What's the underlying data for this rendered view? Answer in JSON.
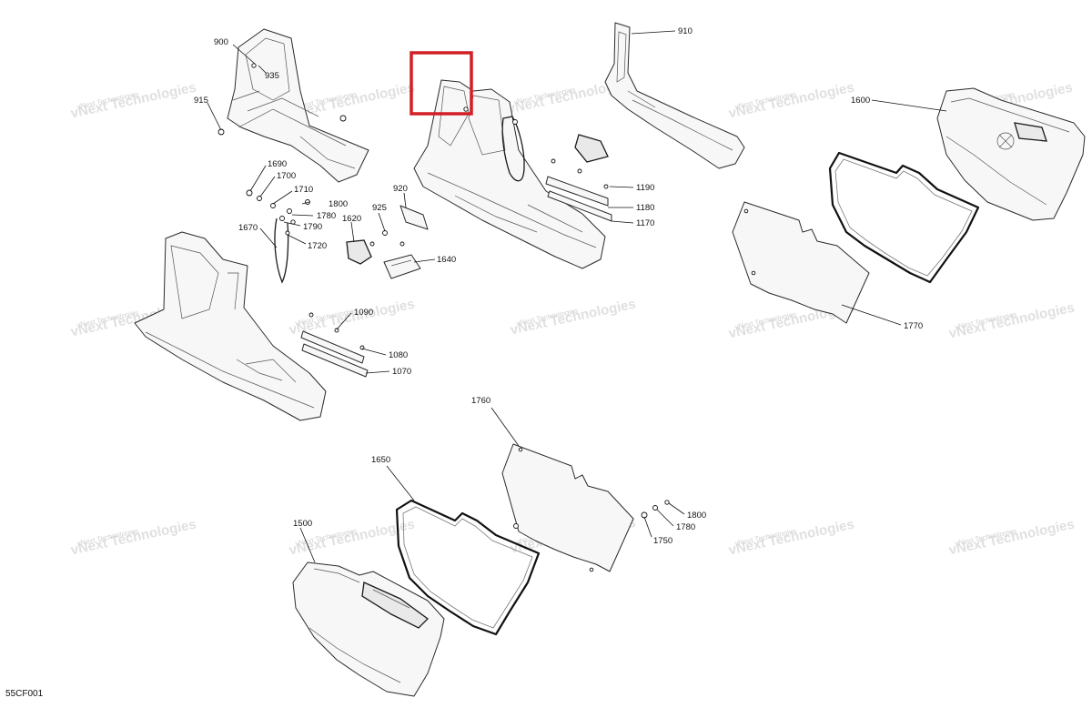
{
  "diagram": {
    "code": "55CF001",
    "watermark": {
      "line1": "vNext Technologies",
      "line2": "vNext Technologies"
    },
    "highlight_color": "#d21f26",
    "callouts": {
      "c900": "900",
      "c935": "935",
      "c915": "915",
      "c910": "910",
      "c1600": "1600",
      "c1690": "1690",
      "c1700": "1700",
      "c1710": "1710",
      "c1800a": "1800",
      "c1780a": "1780",
      "c1790": "1790",
      "c1720": "1720",
      "c1670": "1670",
      "c920": "920",
      "c925": "925",
      "c1620": "1620",
      "c1640": "1640",
      "c1190": "1190",
      "c1180": "1180",
      "c1170": "1170",
      "c1090": "1090",
      "c1080": "1080",
      "c1070": "1070",
      "c1770": "1770",
      "c1760": "1760",
      "c1650": "1650",
      "c1500": "1500",
      "c1800b": "1800",
      "c1780b": "1780",
      "c1750": "1750"
    }
  }
}
